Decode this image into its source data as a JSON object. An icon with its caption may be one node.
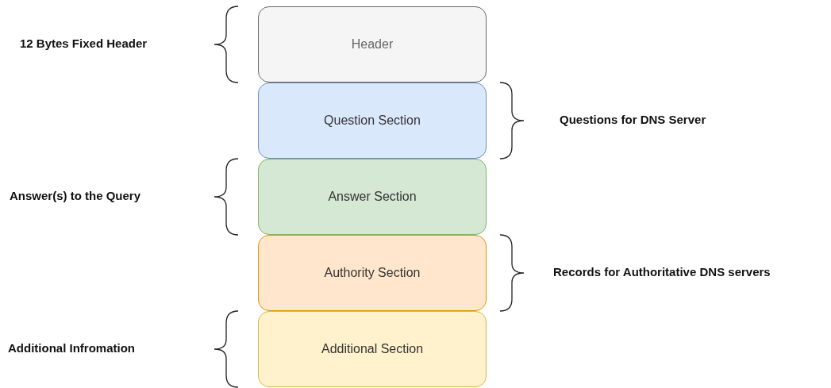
{
  "diagram": {
    "nodes": [
      {
        "text": [
          "Header"
        ]
      },
      {
        "text": [
          "Question Section"
        ]
      },
      {
        "text": [
          "Answer Section"
        ]
      },
      {
        "text": [
          "Authority Section"
        ]
      },
      {
        "text": [
          "Additional Section"
        ]
      }
    ],
    "edges": [],
    "labels": [
      "12 Bytes Fixed Header",
      "Questions for DNS Server",
      "Answer(s) to the Query",
      "Records for Authoritative DNS servers",
      "Additional Infromation"
    ]
  }
}
